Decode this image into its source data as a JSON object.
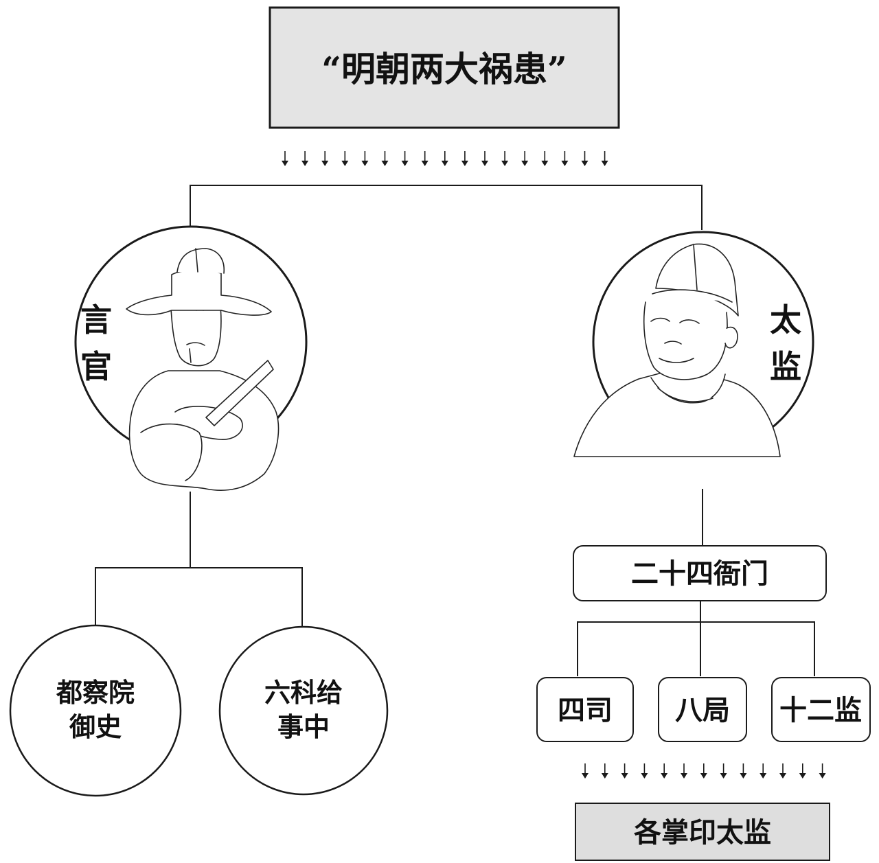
{
  "title": "“明朝两大祸患”",
  "left_branch": {
    "label_line1": "言",
    "label_line2": "官",
    "portrait_icon": "censor-official-portrait-icon",
    "children": [
      {
        "line1": "都察院",
        "line2": "御史"
      },
      {
        "line1": "六科给",
        "line2": "事中"
      }
    ]
  },
  "right_branch": {
    "label_line1": "太",
    "label_line2": "监",
    "portrait_icon": "eunuch-portrait-icon",
    "yamen": "二十四衙门",
    "sub_units": [
      "四司",
      "八局",
      "十二监"
    ],
    "result": "各掌印太监"
  },
  "colors": {
    "title_box_fill": "#e4e4e4",
    "result_box_fill": "#dedede",
    "line": "#1a1a1a"
  }
}
